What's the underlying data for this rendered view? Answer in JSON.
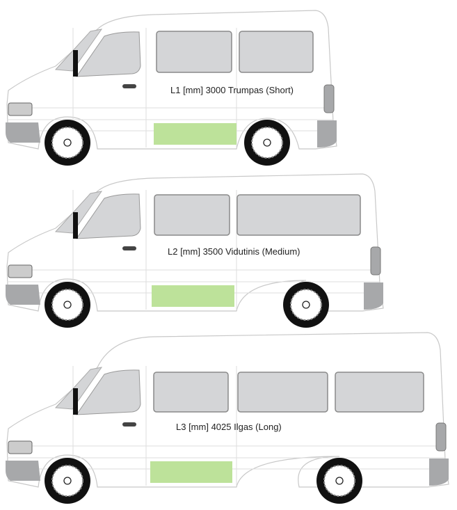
{
  "vans": [
    {
      "label": "L1 [mm] 3000 Trumpas (Short)",
      "length_mm": 3000
    },
    {
      "label": "L2 [mm] 3500 Vidutinis (Medium)",
      "length_mm": 3500
    },
    {
      "label": "L3 [mm] 4025 Ilgas (Long)",
      "length_mm": 4025
    }
  ],
  "colors": {
    "highlight": "#bde29a",
    "window": "#d4d5d7",
    "bumper": "#a7a8aa",
    "outline": "#c8c8c8"
  }
}
